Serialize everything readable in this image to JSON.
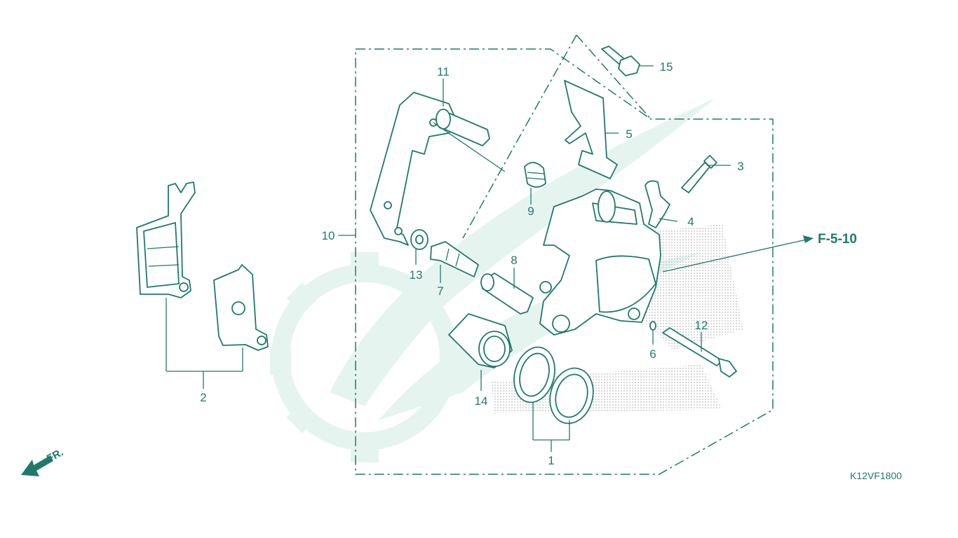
{
  "diagram": {
    "callouts": [
      "1",
      "2",
      "3",
      "4",
      "5",
      "6",
      "7",
      "8",
      "9",
      "10",
      "11",
      "12",
      "13",
      "14",
      "15"
    ],
    "reference_label": "F-5-10",
    "drawing_code": "K12VF1800",
    "direction_label": "FR."
  },
  "colors": {
    "line": "#1f7a6b",
    "watermark": "#e6f4f0"
  }
}
